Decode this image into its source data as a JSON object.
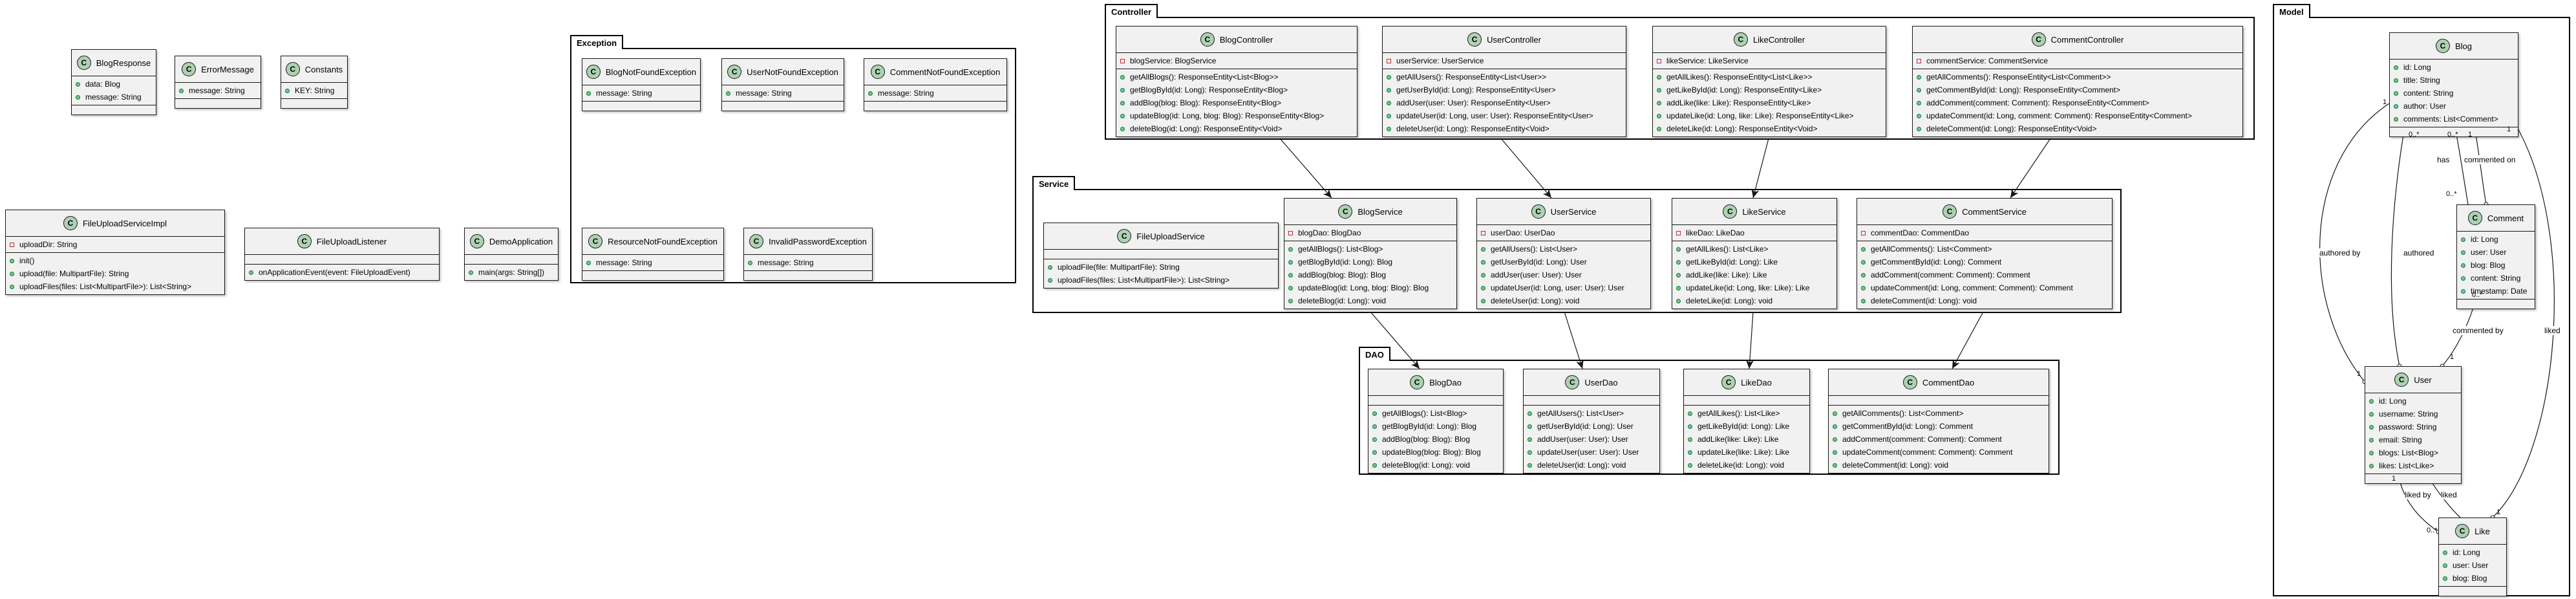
{
  "packages": {
    "exception": "Exception",
    "controller": "Controller",
    "service": "Service",
    "dao": "DAO",
    "model": "Model"
  },
  "classes": {
    "blog_response": {
      "name": "BlogResponse",
      "fields": [
        {
          "vis": "+",
          "text": "data: Blog"
        },
        {
          "vis": "+",
          "text": "message: String"
        }
      ],
      "methods": []
    },
    "error_message": {
      "name": "ErrorMessage",
      "fields": [
        {
          "vis": "+",
          "text": "message: String"
        }
      ],
      "methods": []
    },
    "constants": {
      "name": "Constants",
      "fields": [
        {
          "vis": "+",
          "text": "KEY: String"
        }
      ],
      "methods": []
    },
    "file_upload_service_impl": {
      "name": "FileUploadServiceImpl",
      "fields": [
        {
          "vis": "-",
          "text": "uploadDir: String"
        }
      ],
      "methods": [
        {
          "vis": "+",
          "text": "init()"
        },
        {
          "vis": "+",
          "text": "upload(file: MultipartFile): String"
        },
        {
          "vis": "+",
          "text": "uploadFiles(files: List<MultipartFile>): List<String>"
        }
      ]
    },
    "file_upload_listener": {
      "name": "FileUploadListener",
      "fields": [],
      "methods": [
        {
          "vis": "+",
          "text": "onApplicationEvent(event: FileUploadEvent)"
        }
      ]
    },
    "demo_application": {
      "name": "DemoApplication",
      "fields": [],
      "methods": [
        {
          "vis": "+",
          "text": "main(args: String[])"
        }
      ]
    },
    "blog_not_found_exception": {
      "name": "BlogNotFoundException",
      "fields": [
        {
          "vis": "+",
          "text": "message: String"
        }
      ],
      "methods": []
    },
    "user_not_found_exception": {
      "name": "UserNotFoundException",
      "fields": [
        {
          "vis": "+",
          "text": "message: String"
        }
      ],
      "methods": []
    },
    "comment_not_found_exception": {
      "name": "CommentNotFoundException",
      "fields": [
        {
          "vis": "+",
          "text": "message: String"
        }
      ],
      "methods": []
    },
    "resource_not_found_exception": {
      "name": "ResourceNotFoundException",
      "fields": [
        {
          "vis": "+",
          "text": "message: String"
        }
      ],
      "methods": []
    },
    "invalid_password_exception": {
      "name": "InvalidPasswordException",
      "fields": [
        {
          "vis": "+",
          "text": "message: String"
        }
      ],
      "methods": []
    },
    "blog_controller": {
      "name": "BlogController",
      "fields": [
        {
          "vis": "-",
          "text": "blogService: BlogService"
        }
      ],
      "methods": [
        {
          "vis": "+",
          "text": "getAllBlogs(): ResponseEntity<List<Blog>>"
        },
        {
          "vis": "+",
          "text": "getBlogById(id: Long): ResponseEntity<Blog>"
        },
        {
          "vis": "+",
          "text": "addBlog(blog: Blog): ResponseEntity<Blog>"
        },
        {
          "vis": "+",
          "text": "updateBlog(id: Long, blog: Blog): ResponseEntity<Blog>"
        },
        {
          "vis": "+",
          "text": "deleteBlog(id: Long): ResponseEntity<Void>"
        }
      ]
    },
    "user_controller": {
      "name": "UserController",
      "fields": [
        {
          "vis": "-",
          "text": "userService: UserService"
        }
      ],
      "methods": [
        {
          "vis": "+",
          "text": "getAllUsers(): ResponseEntity<List<User>>"
        },
        {
          "vis": "+",
          "text": "getUserById(id: Long): ResponseEntity<User>"
        },
        {
          "vis": "+",
          "text": "addUser(user: User): ResponseEntity<User>"
        },
        {
          "vis": "+",
          "text": "updateUser(id: Long, user: User): ResponseEntity<User>"
        },
        {
          "vis": "+",
          "text": "deleteUser(id: Long): ResponseEntity<Void>"
        }
      ]
    },
    "like_controller": {
      "name": "LikeController",
      "fields": [
        {
          "vis": "-",
          "text": "likeService: LikeService"
        }
      ],
      "methods": [
        {
          "vis": "+",
          "text": "getAllLikes(): ResponseEntity<List<Like>>"
        },
        {
          "vis": "+",
          "text": "getLikeById(id: Long): ResponseEntity<Like>"
        },
        {
          "vis": "+",
          "text": "addLike(like: Like): ResponseEntity<Like>"
        },
        {
          "vis": "+",
          "text": "updateLike(id: Long, like: Like): ResponseEntity<Like>"
        },
        {
          "vis": "+",
          "text": "deleteLike(id: Long): ResponseEntity<Void>"
        }
      ]
    },
    "comment_controller": {
      "name": "CommentController",
      "fields": [
        {
          "vis": "-",
          "text": "commentService: CommentService"
        }
      ],
      "methods": [
        {
          "vis": "+",
          "text": "getAllComments(): ResponseEntity<List<Comment>>"
        },
        {
          "vis": "+",
          "text": "getCommentById(id: Long): ResponseEntity<Comment>"
        },
        {
          "vis": "+",
          "text": "addComment(comment: Comment): ResponseEntity<Comment>"
        },
        {
          "vis": "+",
          "text": "updateComment(id: Long, comment: Comment): ResponseEntity<Comment>"
        },
        {
          "vis": "+",
          "text": "deleteComment(id: Long): ResponseEntity<Void>"
        }
      ]
    },
    "file_upload_service": {
      "name": "FileUploadService",
      "fields": [],
      "methods": [
        {
          "vis": "+",
          "text": "uploadFile(file: MultipartFile): String"
        },
        {
          "vis": "+",
          "text": "uploadFiles(files: List<MultipartFile>): List<String>"
        }
      ]
    },
    "blog_service": {
      "name": "BlogService",
      "fields": [
        {
          "vis": "-",
          "text": "blogDao: BlogDao"
        }
      ],
      "methods": [
        {
          "vis": "+",
          "text": "getAllBlogs(): List<Blog>"
        },
        {
          "vis": "+",
          "text": "getBlogById(id: Long): Blog"
        },
        {
          "vis": "+",
          "text": "addBlog(blog: Blog): Blog"
        },
        {
          "vis": "+",
          "text": "updateBlog(id: Long, blog: Blog): Blog"
        },
        {
          "vis": "+",
          "text": "deleteBlog(id: Long): void"
        }
      ]
    },
    "user_service": {
      "name": "UserService",
      "fields": [
        {
          "vis": "-",
          "text": "userDao: UserDao"
        }
      ],
      "methods": [
        {
          "vis": "+",
          "text": "getAllUsers(): List<User>"
        },
        {
          "vis": "+",
          "text": "getUserById(id: Long): User"
        },
        {
          "vis": "+",
          "text": "addUser(user: User): User"
        },
        {
          "vis": "+",
          "text": "updateUser(id: Long, user: User): User"
        },
        {
          "vis": "+",
          "text": "deleteUser(id: Long): void"
        }
      ]
    },
    "like_service": {
      "name": "LikeService",
      "fields": [
        {
          "vis": "-",
          "text": "likeDao: LikeDao"
        }
      ],
      "methods": [
        {
          "vis": "+",
          "text": "getAllLikes(): List<Like>"
        },
        {
          "vis": "+",
          "text": "getLikeById(id: Long): Like"
        },
        {
          "vis": "+",
          "text": "addLike(like: Like): Like"
        },
        {
          "vis": "+",
          "text": "updateLike(id: Long, like: Like): Like"
        },
        {
          "vis": "+",
          "text": "deleteLike(id: Long): void"
        }
      ]
    },
    "comment_service": {
      "name": "CommentService",
      "fields": [
        {
          "vis": "-",
          "text": "commentDao: CommentDao"
        }
      ],
      "methods": [
        {
          "vis": "+",
          "text": "getAllComments(): List<Comment>"
        },
        {
          "vis": "+",
          "text": "getCommentById(id: Long): Comment"
        },
        {
          "vis": "+",
          "text": "addComment(comment: Comment): Comment"
        },
        {
          "vis": "+",
          "text": "updateComment(id: Long, comment: Comment): Comment"
        },
        {
          "vis": "+",
          "text": "deleteComment(id: Long): void"
        }
      ]
    },
    "blog_dao": {
      "name": "BlogDao",
      "fields": [],
      "methods": [
        {
          "vis": "+",
          "text": "getAllBlogs(): List<Blog>"
        },
        {
          "vis": "+",
          "text": "getBlogById(id: Long): Blog"
        },
        {
          "vis": "+",
          "text": "addBlog(blog: Blog): Blog"
        },
        {
          "vis": "+",
          "text": "updateBlog(blog: Blog): Blog"
        },
        {
          "vis": "+",
          "text": "deleteBlog(id: Long): void"
        }
      ]
    },
    "user_dao": {
      "name": "UserDao",
      "fields": [],
      "methods": [
        {
          "vis": "+",
          "text": "getAllUsers(): List<User>"
        },
        {
          "vis": "+",
          "text": "getUserById(id: Long): User"
        },
        {
          "vis": "+",
          "text": "addUser(user: User): User"
        },
        {
          "vis": "+",
          "text": "updateUser(user: User): User"
        },
        {
          "vis": "+",
          "text": "deleteUser(id: Long): void"
        }
      ]
    },
    "like_dao": {
      "name": "LikeDao",
      "fields": [],
      "methods": [
        {
          "vis": "+",
          "text": "getAllLikes(): List<Like>"
        },
        {
          "vis": "+",
          "text": "getLikeById(id: Long): Like"
        },
        {
          "vis": "+",
          "text": "addLike(like: Like): Like"
        },
        {
          "vis": "+",
          "text": "updateLike(like: Like): Like"
        },
        {
          "vis": "+",
          "text": "deleteLike(id: Long): void"
        }
      ]
    },
    "comment_dao": {
      "name": "CommentDao",
      "fields": [],
      "methods": [
        {
          "vis": "+",
          "text": "getAllComments(): List<Comment>"
        },
        {
          "vis": "+",
          "text": "getCommentById(id: Long): Comment"
        },
        {
          "vis": "+",
          "text": "addComment(comment: Comment): Comment"
        },
        {
          "vis": "+",
          "text": "updateComment(comment: Comment): Comment"
        },
        {
          "vis": "+",
          "text": "deleteComment(id: Long): void"
        }
      ]
    },
    "blog": {
      "name": "Blog",
      "fields": [
        {
          "vis": "+",
          "text": "id: Long"
        },
        {
          "vis": "+",
          "text": "title: String"
        },
        {
          "vis": "+",
          "text": "content: String"
        },
        {
          "vis": "+",
          "text": "author: User"
        },
        {
          "vis": "+",
          "text": "comments: List<Comment>"
        }
      ],
      "methods": []
    },
    "comment": {
      "name": "Comment",
      "fields": [
        {
          "vis": "+",
          "text": "id: Long"
        },
        {
          "vis": "+",
          "text": "user: User"
        },
        {
          "vis": "+",
          "text": "blog: Blog"
        },
        {
          "vis": "+",
          "text": "content: String"
        },
        {
          "vis": "+",
          "text": "timestamp: Date"
        }
      ],
      "methods": []
    },
    "user": {
      "name": "User",
      "fields": [
        {
          "vis": "+",
          "text": "id: Long"
        },
        {
          "vis": "+",
          "text": "username: String"
        },
        {
          "vis": "+",
          "text": "password: String"
        },
        {
          "vis": "+",
          "text": "email: String"
        },
        {
          "vis": "+",
          "text": "blogs: List<Blog>"
        },
        {
          "vis": "+",
          "text": "likes: List<Like>"
        }
      ],
      "methods": []
    },
    "like": {
      "name": "Like",
      "fields": [
        {
          "vis": "+",
          "text": "id: Long"
        },
        {
          "vis": "+",
          "text": "user: User"
        },
        {
          "vis": "+",
          "text": "blog: Blog"
        }
      ],
      "methods": []
    }
  },
  "edge_labels": {
    "authored_by": "authored by",
    "authored": "authored",
    "has": "has",
    "commented_on": "commented on",
    "commented_by": "commented by",
    "liked_by": "liked by",
    "liked": "liked"
  },
  "multiplicities": {
    "blog_user_left_top": "1",
    "blog_user_left_bottom": "1",
    "blog_user_mid_top": "0..*",
    "blog_comment_top": "0..*",
    "blog_comment_top2": "1",
    "blog_comment_bottom": "0..*",
    "comment_user_top": "0..*",
    "comment_user_bottom": "1",
    "user_like_top": "1",
    "user_like_bottom": "0..*",
    "blog_like_top": "1",
    "blog_like_bottom": "1"
  },
  "colors": {
    "class_fill": "#f1f1f1",
    "class_icon": "#add1b2",
    "public_dot": "#84be84",
    "private_square": "#c82930",
    "line": "#181818"
  }
}
